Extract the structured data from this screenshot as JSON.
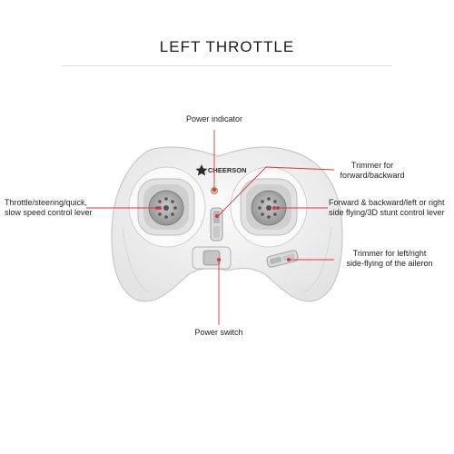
{
  "title": "LEFT THROTTLE",
  "brand_logo": "CHEERSON",
  "colors": {
    "callout": "#e0353b",
    "body": "#f1f1f1",
    "stick": "#9a9a9a"
  },
  "labels": {
    "power_indicator": "Power indicator",
    "trimmer_fb_line1": "Trimmer for",
    "trimmer_fb_line2": "forward/backward",
    "throttle_line1": "Throttle/steering/quick,",
    "throttle_line2": "slow speed control lever",
    "stunt_line1": "Forward & backward/left or right",
    "stunt_line2": "side flying/3D stunt control lever",
    "trimmer_lr_line1": "Trimmer for left/right",
    "trimmer_lr_line2": "side-flying of the aileron",
    "power_switch": "Power switch"
  }
}
